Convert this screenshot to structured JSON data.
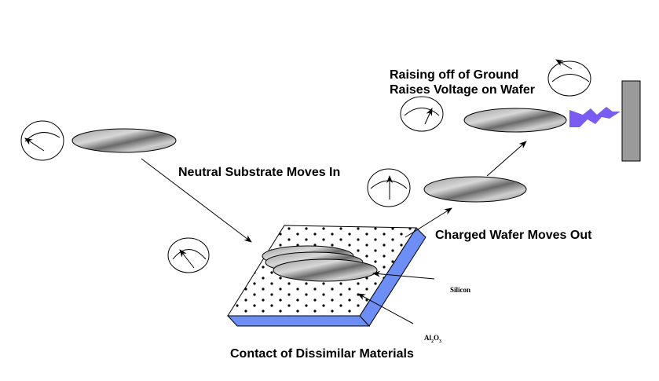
{
  "diagram": {
    "labels": {
      "raising_line1": "Raising off of Ground",
      "raising_line2": "Raises Voltage on Wafer",
      "neutral": "Neutral Substrate Moves In",
      "charged": "Charged Wafer Moves Out",
      "contact": "Contact of Dissimilar Materials",
      "silicon": "Silicon",
      "al2o3_al": "Al",
      "al2o3_sub2": "2",
      "al2o3_o": "O",
      "al2o3_sub3": "3"
    },
    "colors": {
      "plate_edge": "#6d8ef5",
      "spark": "#7b5cf0",
      "ground_bar": "#9a9a9a"
    },
    "meters": [
      {
        "id": "meter-neutral-start",
        "needle": "left"
      },
      {
        "id": "meter-at-contact",
        "needle": "upper-left"
      },
      {
        "id": "meter-charged-out",
        "needle": "up"
      },
      {
        "id": "meter-raising",
        "needle": "upper-right"
      },
      {
        "id": "meter-top-right",
        "needle": "upper-left"
      }
    ]
  }
}
